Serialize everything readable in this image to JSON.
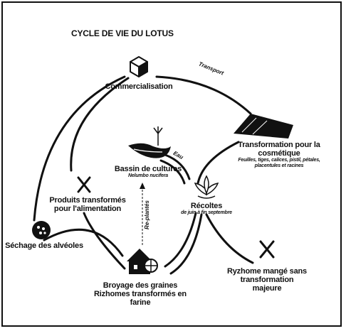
{
  "title": "CYCLE DE VIE DU LOTUS",
  "nodes": {
    "commercialisation": {
      "label": "Commercialisation",
      "icon": "box-icon"
    },
    "cosmetique": {
      "label": "Transformation pour la cosmétique",
      "sub": "Feuilles, tiges, calices, pistil, pétales, placentules et racines",
      "icon": "factory-roof-icon"
    },
    "bassin": {
      "label": "Bassin de cultures",
      "sub": "Nelumbo nucifera",
      "icon": "lotus-pond-icon"
    },
    "recoltes": {
      "label": "Récoltes",
      "sub": "de juin à fin septembre",
      "icon": "lotus-flower-icon"
    },
    "produits": {
      "label": "Produits transformés pour l'alimentation",
      "icon": "fork-knife-icon"
    },
    "sechage": {
      "label": "Séchage des alvéoles",
      "icon": "seed-pod-icon"
    },
    "broyage": {
      "label": "Broyage des graines Rizhomes transformés en farine",
      "icon": "water-mill-icon"
    },
    "rhizome": {
      "label": "Ryzhome mangé sans transformation majeure",
      "icon": "fork-knife-icon"
    }
  },
  "edges": {
    "transport": "Transport",
    "eau": "Eau",
    "replantes": "Re-plantés"
  }
}
